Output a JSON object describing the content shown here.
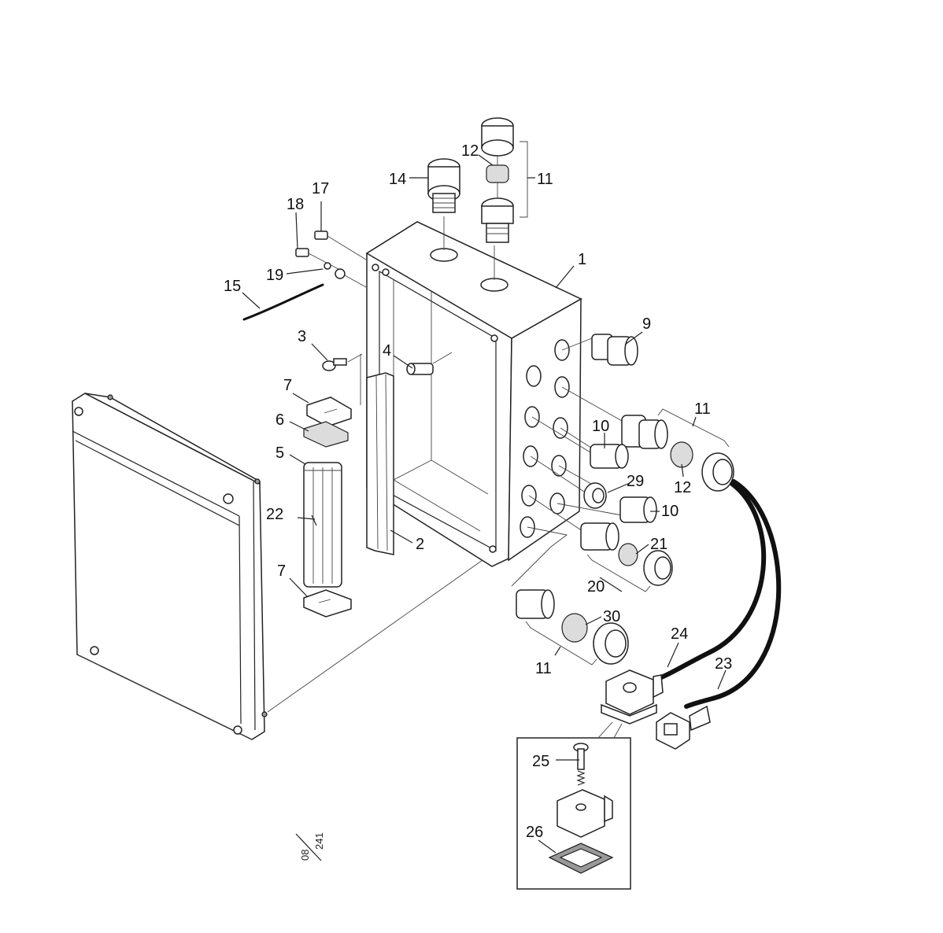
{
  "diagram": {
    "callouts": {
      "c1": "1",
      "c2": "2",
      "c3": "3",
      "c4": "4",
      "c5": "5",
      "c6": "6",
      "c7a": "7",
      "c7b": "7",
      "c9": "9",
      "c10a": "10",
      "c10b": "10",
      "c11a": "11",
      "c11b": "11",
      "c11c": "11",
      "c12a": "12",
      "c12b": "12",
      "c14": "14",
      "c15": "15",
      "c17": "17",
      "c18": "18",
      "c19": "19",
      "c20": "20",
      "c21": "21",
      "c22": "22",
      "c23": "23",
      "c24": "24",
      "c25": "25",
      "c26": "26",
      "c29": "29",
      "c30": "30"
    },
    "drawing_ref_top": "08",
    "drawing_ref_bottom": "241"
  }
}
